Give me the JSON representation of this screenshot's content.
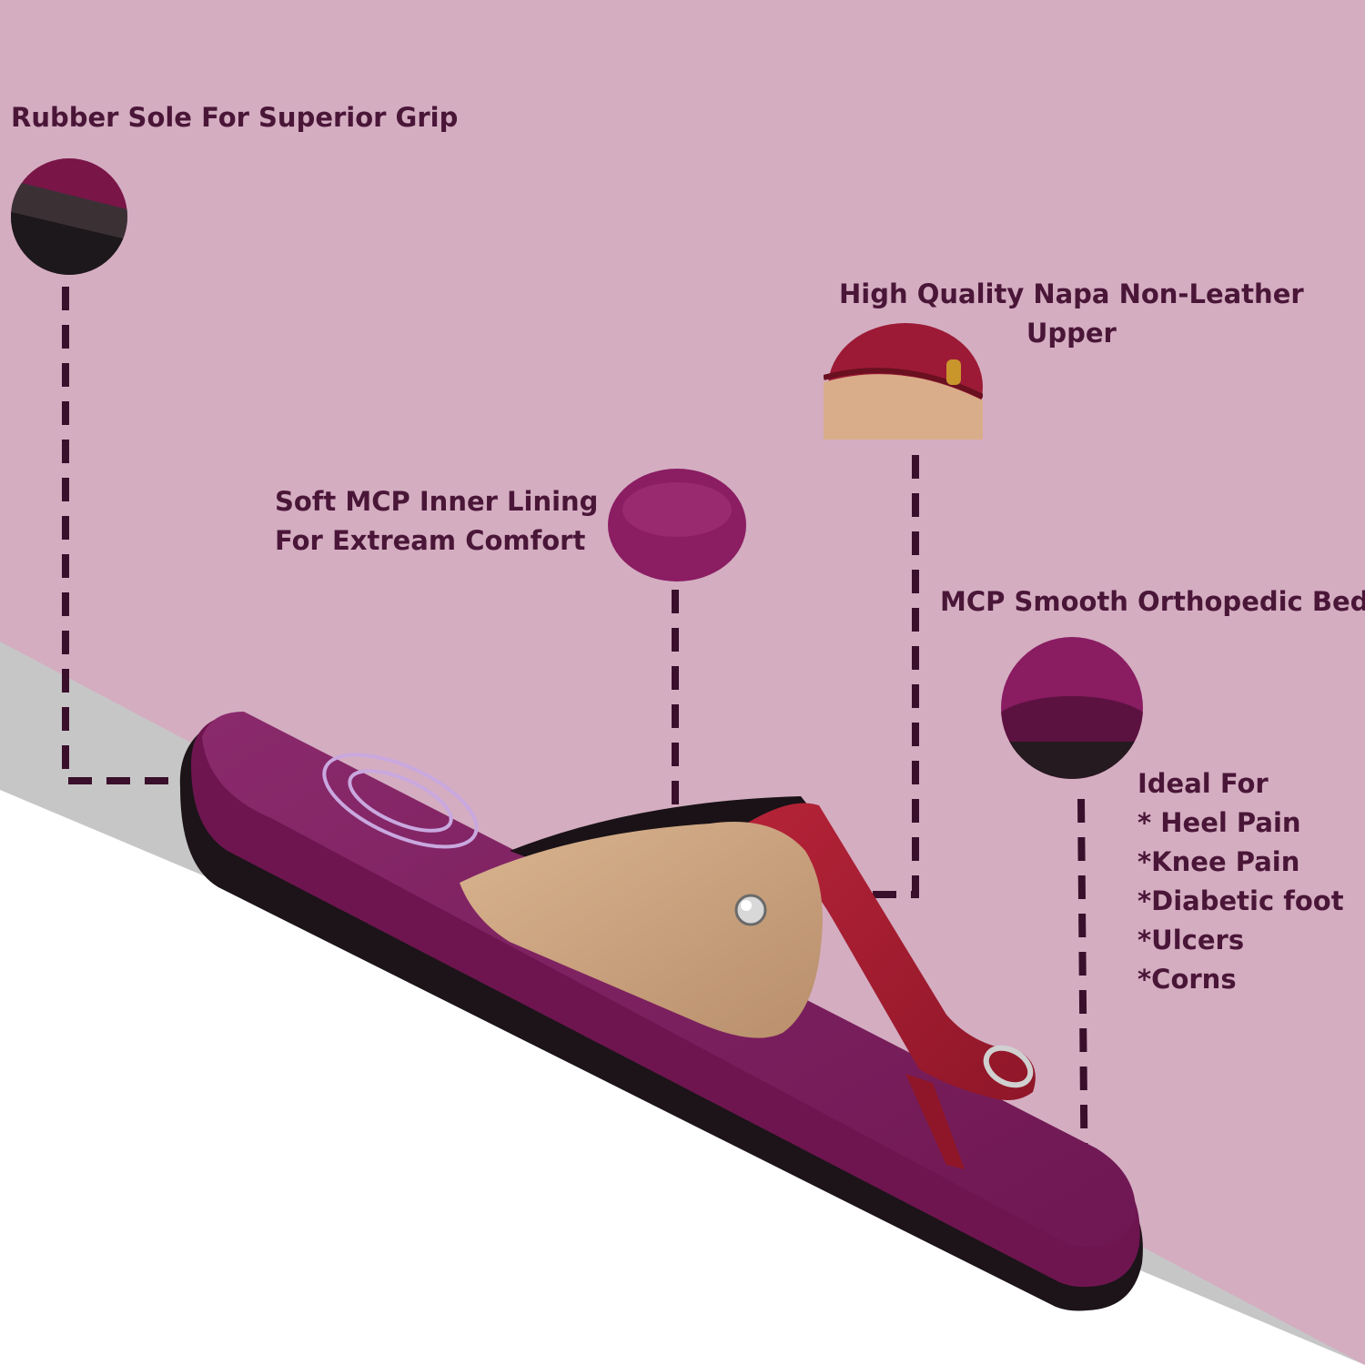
{
  "labels": {
    "rubber_sole": "Rubber Sole For Superior Grip",
    "inner_lining": [
      "Soft MCP Inner Lining",
      "For Extream Comfort"
    ],
    "upper": [
      "High Quality Napa Non-Leather",
      "Upper"
    ],
    "orthopedic_bed": "MCP Smooth Orthopedic Bed"
  },
  "ideal_for": {
    "heading": "Ideal For",
    "items": [
      "* Heel Pain",
      "*Knee Pain",
      "*Diabetic foot",
      "*Ulcers",
      "*Corns"
    ]
  },
  "colors": {
    "background": "#d4adc1",
    "floor": "#c7c7c7",
    "text": "#4a1638",
    "sole_purple": "#7a1a5a",
    "sole_black": "#1c1418",
    "strap_red": "#a81d32",
    "strap_beige": "#c9a07c"
  }
}
